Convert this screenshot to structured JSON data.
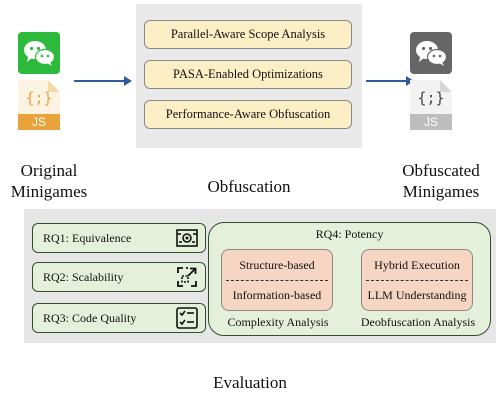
{
  "original": {
    "js_badge": "JS",
    "code_glyph": "{;}",
    "label_line1": "Original",
    "label_line2": "Minigames"
  },
  "obfuscation": {
    "steps": [
      "Parallel-Aware Scope Analysis",
      "PASA-Enabled Optimizations",
      "Performance-Aware Obfuscation"
    ],
    "label": "Obfuscation"
  },
  "obfuscated": {
    "js_badge": "JS",
    "code_glyph": "{;}",
    "label_line1": "Obfuscated",
    "label_line2": "Minigames"
  },
  "evaluation": {
    "rqs": [
      {
        "label": "RQ1: Equivalence",
        "icon": "equivalence-icon"
      },
      {
        "label": "RQ2: Scalability",
        "icon": "scalability-icon"
      },
      {
        "label": "RQ3: Code Quality",
        "icon": "code-quality-icon"
      }
    ],
    "potency": {
      "title": "RQ4: Potency",
      "complexity": {
        "top": "Structure-based",
        "bottom": "Information-based",
        "caption": "Complexity Analysis"
      },
      "deobfuscation": {
        "top": "Hybrid Execution",
        "bottom": "LLM Understanding",
        "caption": "Deobfuscation Analysis"
      }
    },
    "label": "Evaluation"
  },
  "colors": {
    "wechat_green": "#2dba3c",
    "js_orange": "#eaa33a",
    "arrow_blue": "#2f5a9e",
    "obfuscated_gray": "#666666",
    "obfuscated_light_gray": "#bdbdbd"
  }
}
